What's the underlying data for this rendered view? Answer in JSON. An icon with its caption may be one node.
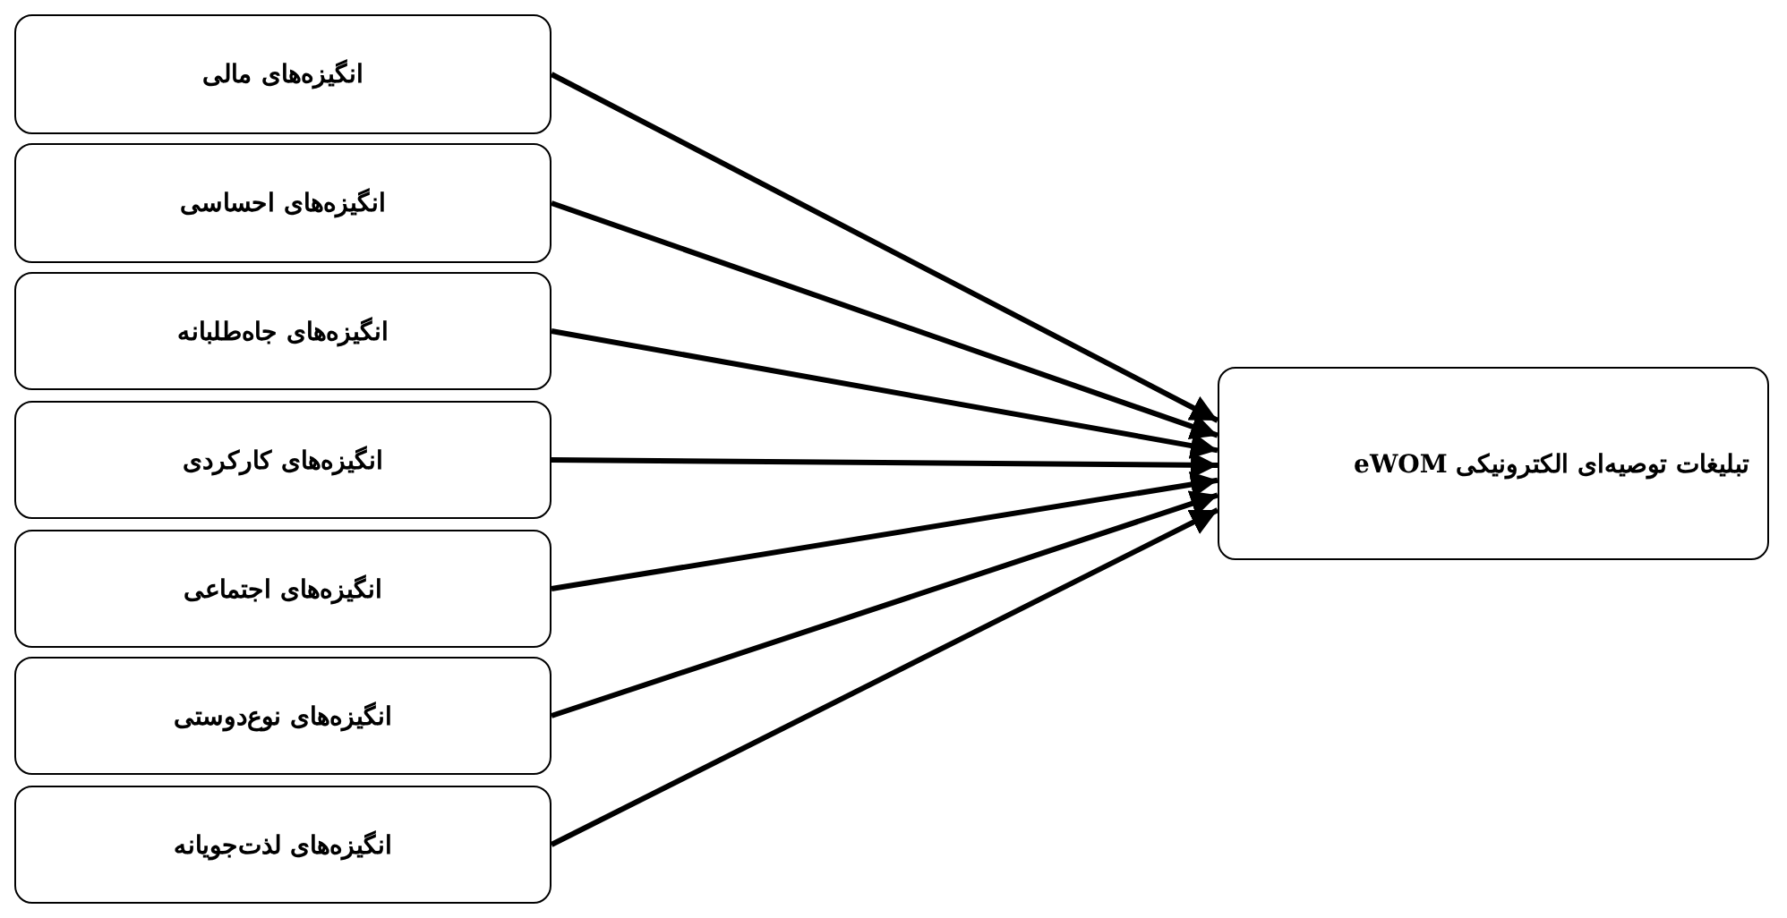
{
  "diagram": {
    "nodes": [
      {
        "text": [
          "انگیزه‌های مالی"
        ]
      },
      {
        "text": [
          "انگیزه‌های احساسی"
        ]
      },
      {
        "text": [
          "انگیزه‌های جاه‌طلبانه"
        ]
      },
      {
        "text": [
          "انگیزه‌های کارکردی"
        ]
      },
      {
        "text": [
          "انگیزه‌های اجتماعی"
        ]
      },
      {
        "text": [
          "انگیزه‌های نوع‌دوستی"
        ]
      },
      {
        "text": [
          "انگیزه‌های لذت‌جویانه"
        ]
      },
      {
        "text": [
          "تبلیغات توصیه‌ای الکترونیکی eWOM"
        ]
      }
    ],
    "edges": [
      {
        "from": 0,
        "to": 7,
        "arrow": "to"
      },
      {
        "from": 1,
        "to": 7,
        "arrow": "to"
      },
      {
        "from": 2,
        "to": 7,
        "arrow": "to"
      },
      {
        "from": 3,
        "to": 7,
        "arrow": "to"
      },
      {
        "from": 4,
        "to": 7,
        "arrow": "to"
      },
      {
        "from": 5,
        "to": 7,
        "arrow": "to"
      },
      {
        "from": 6,
        "to": 7,
        "arrow": "to"
      }
    ]
  }
}
